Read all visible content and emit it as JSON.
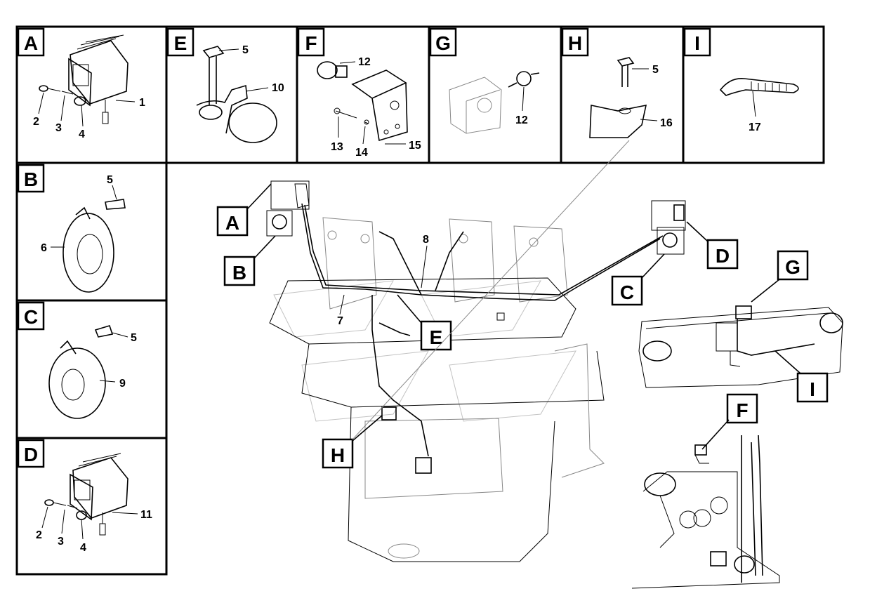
{
  "panels": {
    "A": {
      "letter": "A",
      "callouts": [
        "1",
        "2",
        "3",
        "4"
      ]
    },
    "E": {
      "letter": "E",
      "callouts": [
        "5",
        "10"
      ]
    },
    "F": {
      "letter": "F",
      "callouts": [
        "12",
        "13",
        "14",
        "15"
      ]
    },
    "G": {
      "letter": "G",
      "callouts": [
        "12"
      ]
    },
    "H": {
      "letter": "H",
      "callouts": [
        "5",
        "16"
      ]
    },
    "I": {
      "letter": "I",
      "callouts": [
        "17"
      ]
    },
    "B": {
      "letter": "B",
      "callouts": [
        "5",
        "6"
      ]
    },
    "C": {
      "letter": "C",
      "callouts": [
        "5",
        "9"
      ]
    },
    "D": {
      "letter": "D",
      "callouts": [
        "2",
        "3",
        "4",
        "11"
      ]
    }
  },
  "main": {
    "labels": [
      "A",
      "B",
      "C",
      "D",
      "E",
      "G",
      "I",
      "F",
      "H"
    ],
    "callouts": [
      "7",
      "8"
    ]
  }
}
